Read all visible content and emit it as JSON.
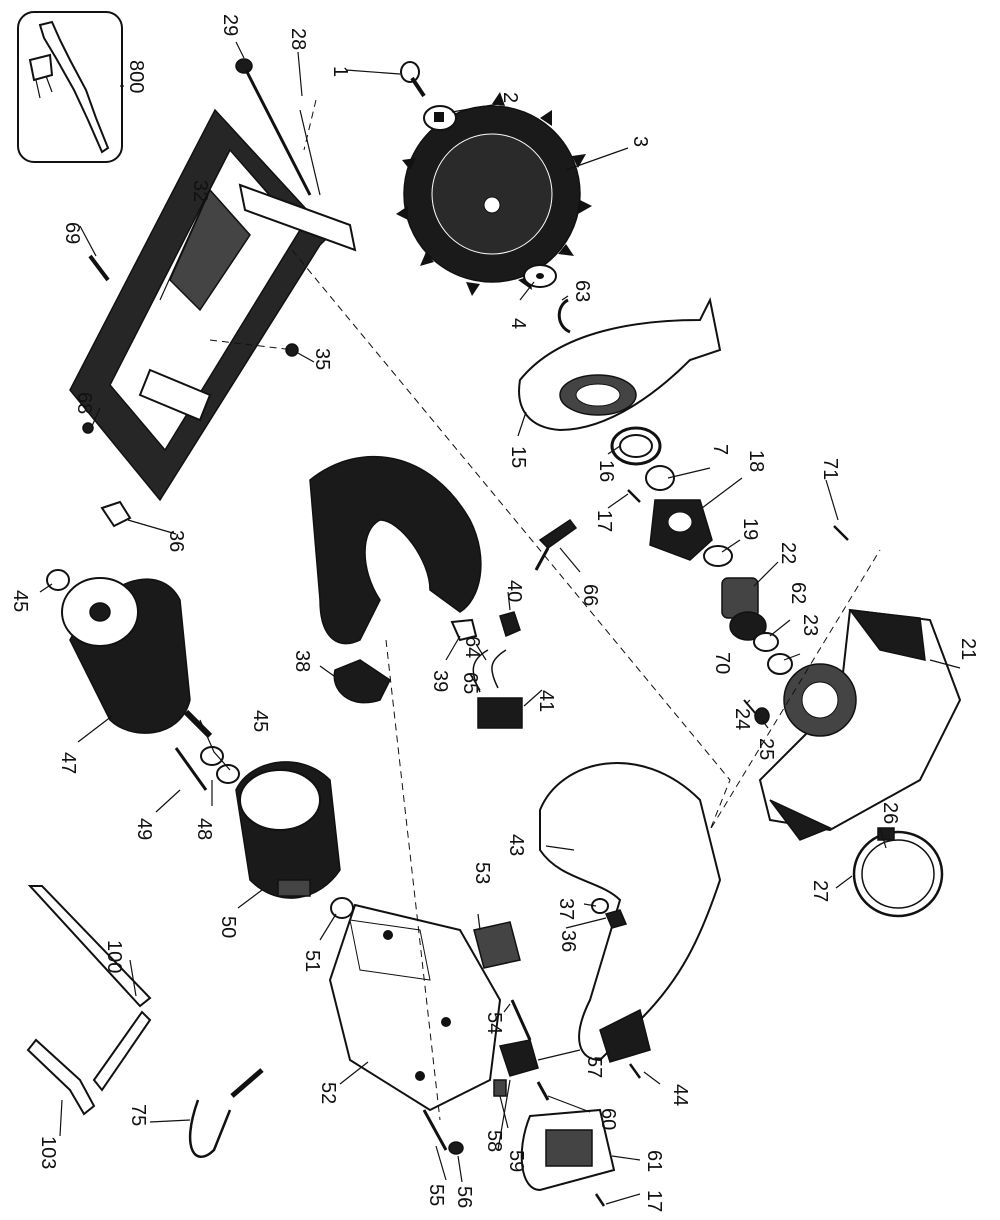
{
  "diagram": {
    "callouts": [
      {
        "id": "c1",
        "text": "1"
      },
      {
        "id": "c2",
        "text": "2"
      },
      {
        "id": "c3",
        "text": "3"
      },
      {
        "id": "c4",
        "text": "4"
      },
      {
        "id": "c7",
        "text": "7"
      },
      {
        "id": "c15",
        "text": "15"
      },
      {
        "id": "c16",
        "text": "16"
      },
      {
        "id": "c17a",
        "text": "17"
      },
      {
        "id": "c17b",
        "text": "17"
      },
      {
        "id": "c18",
        "text": "18"
      },
      {
        "id": "c19",
        "text": "19"
      },
      {
        "id": "c21",
        "text": "21"
      },
      {
        "id": "c22",
        "text": "22"
      },
      {
        "id": "c23",
        "text": "23"
      },
      {
        "id": "c24",
        "text": "24"
      },
      {
        "id": "c25",
        "text": "25"
      },
      {
        "id": "c26",
        "text": "26"
      },
      {
        "id": "c27",
        "text": "27"
      },
      {
        "id": "c28",
        "text": "28"
      },
      {
        "id": "c29",
        "text": "29"
      },
      {
        "id": "c32",
        "text": "32"
      },
      {
        "id": "c35",
        "text": "35"
      },
      {
        "id": "c36a",
        "text": "36"
      },
      {
        "id": "c36b",
        "text": "36"
      },
      {
        "id": "c37",
        "text": "37"
      },
      {
        "id": "c38",
        "text": "38"
      },
      {
        "id": "c39",
        "text": "39"
      },
      {
        "id": "c40",
        "text": "40"
      },
      {
        "id": "c41",
        "text": "41"
      },
      {
        "id": "c43",
        "text": "43"
      },
      {
        "id": "c44",
        "text": "44"
      },
      {
        "id": "c45a",
        "text": "45"
      },
      {
        "id": "c45b",
        "text": "45"
      },
      {
        "id": "c47",
        "text": "47"
      },
      {
        "id": "c48",
        "text": "48"
      },
      {
        "id": "c49",
        "text": "49"
      },
      {
        "id": "c50",
        "text": "50"
      },
      {
        "id": "c51",
        "text": "51"
      },
      {
        "id": "c52",
        "text": "52"
      },
      {
        "id": "c53",
        "text": "53"
      },
      {
        "id": "c54",
        "text": "54"
      },
      {
        "id": "c55",
        "text": "55"
      },
      {
        "id": "c56",
        "text": "56"
      },
      {
        "id": "c57",
        "text": "57"
      },
      {
        "id": "c58",
        "text": "58"
      },
      {
        "id": "c59",
        "text": "59"
      },
      {
        "id": "c60",
        "text": "60"
      },
      {
        "id": "c61",
        "text": "61"
      },
      {
        "id": "c62",
        "text": "62"
      },
      {
        "id": "c63",
        "text": "63"
      },
      {
        "id": "c64",
        "text": "64"
      },
      {
        "id": "c65",
        "text": "65"
      },
      {
        "id": "c66",
        "text": "66"
      },
      {
        "id": "c68",
        "text": "68"
      },
      {
        "id": "c69",
        "text": "69"
      },
      {
        "id": "c70",
        "text": "70"
      },
      {
        "id": "c71",
        "text": "71"
      },
      {
        "id": "c75",
        "text": "75"
      },
      {
        "id": "c100",
        "text": "100"
      },
      {
        "id": "c103",
        "text": "103"
      },
      {
        "id": "c800",
        "text": "800"
      }
    ]
  }
}
